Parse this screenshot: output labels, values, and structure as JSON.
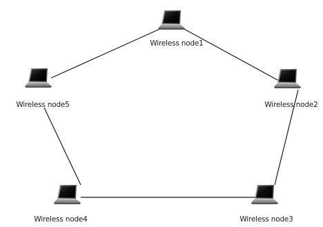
{
  "diagram": {
    "nodes": [
      {
        "id": "node1",
        "label": "Wireless node1",
        "icon": "laptop-icon"
      },
      {
        "id": "node2",
        "label": "Wireless node2",
        "icon": "laptop-icon"
      },
      {
        "id": "node3",
        "label": "Wireless node3",
        "icon": "laptop-icon"
      },
      {
        "id": "node4",
        "label": "Wireless node4",
        "icon": "laptop-icon"
      },
      {
        "id": "node5",
        "label": "Wireless node5",
        "icon": "laptop-icon"
      }
    ],
    "links": [
      [
        "node1",
        "node2"
      ],
      [
        "node2",
        "node3"
      ],
      [
        "node3",
        "node4"
      ],
      [
        "node4",
        "node5"
      ],
      [
        "node5",
        "node1"
      ]
    ],
    "colors": {
      "line": "#1a1a1a",
      "laptop_body": "#8f8f8f",
      "laptop_screen": "#111111"
    }
  }
}
